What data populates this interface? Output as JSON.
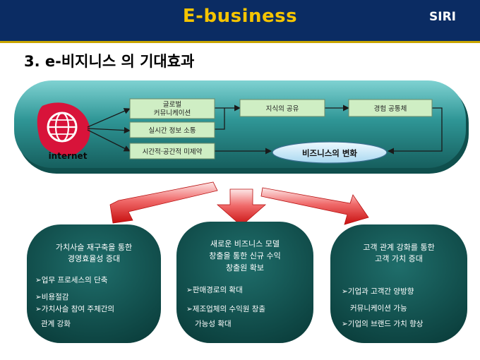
{
  "header": {
    "title": "E-business",
    "brand": "SIRI"
  },
  "page_title": "3. e-비지니스 의 기대효과",
  "internet_label": "internet",
  "flow": {
    "box_global_line1": "글로벌",
    "box_global_line2": "커뮤니케이션",
    "box_realtime": "실시간 정보 소통",
    "box_spacetime": "시간적·공간적 미제약",
    "box_knowledge": "지식의 공유",
    "box_experience": "경험 공통체",
    "box_change": "비즈니스의 변화"
  },
  "cards": [
    {
      "title_lines": [
        "가치사슬 재구축을 통한",
        "경영효율성 증대"
      ],
      "bullets": [
        "➢업무 프로세스의 단축",
        "➢비용절감",
        "➢가치사슬 참여 주체간의",
        "관계 강화"
      ]
    },
    {
      "title_lines": [
        "새로운 비즈니스 모델",
        "창출을 통한 신규 수익",
        "창출원 확보"
      ],
      "bullets": [
        "➢판매경로의 확대",
        "➢제조업체의 수익원 창출",
        "가능성 확대"
      ]
    },
    {
      "title_lines": [
        "고객 관계 강화를 통한",
        "고객 가치 증대"
      ],
      "bullets": [
        "➢기업과 고객간 양방향",
        "커뮤니케이션 가능",
        "➢기업의 브랜드 가치 향상"
      ]
    }
  ],
  "colors": {
    "navy": "#0b2c63",
    "gold": "#f5c400",
    "teal": "#2e8f8f",
    "dark_teal": "#0e4a48",
    "arrow_red": "#e02020",
    "box_green": "#cfeec4"
  }
}
